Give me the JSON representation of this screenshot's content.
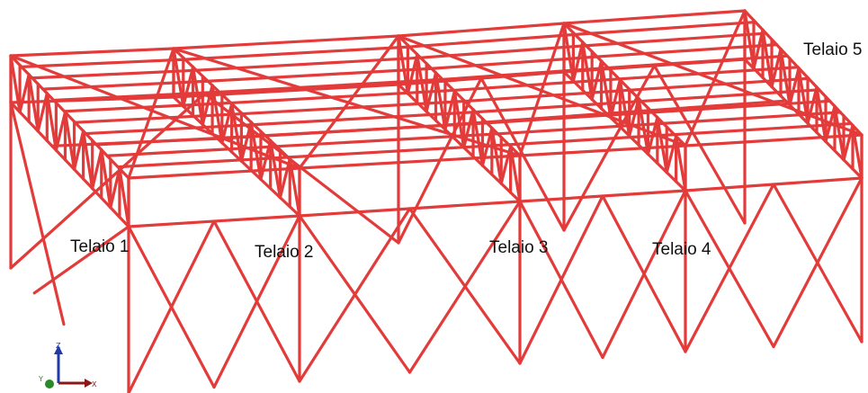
{
  "frame_labels": [
    "Telaio 1",
    "Telaio 2",
    "Telaio 3",
    "Telaio 4",
    "Telaio 5"
  ],
  "axes": {
    "z": "Z",
    "y": "Y",
    "x": "X"
  },
  "colors": {
    "members": "#e33a3a",
    "axis_z": "#1f3aa6",
    "axis_x": "#8a1a1a",
    "axis_y": "#2a8a2a"
  }
}
